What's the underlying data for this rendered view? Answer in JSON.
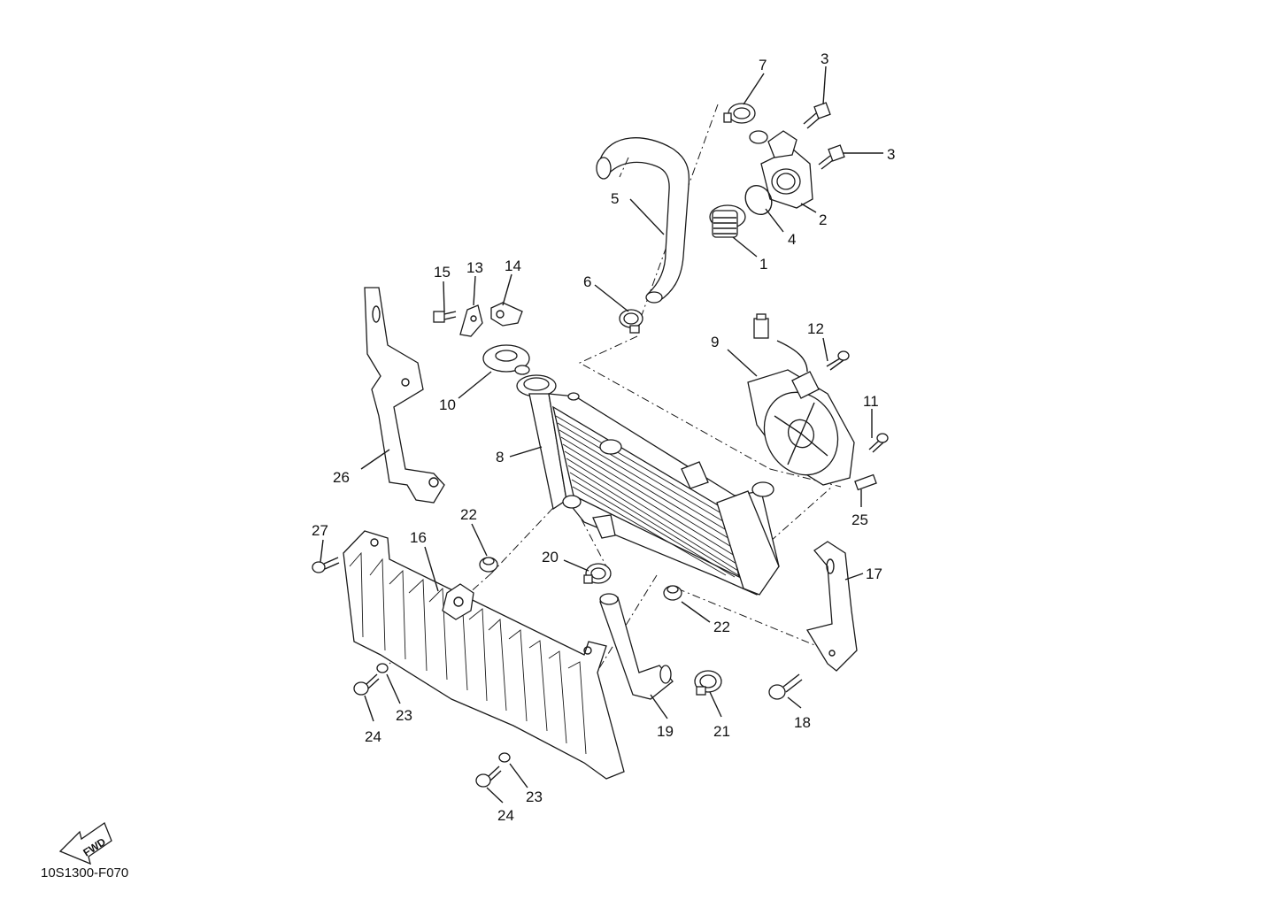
{
  "diagram_code": "10S1300-F070",
  "fwd_label": "FWD",
  "callouts": {
    "c1": "1",
    "c2": "2",
    "c3a": "3",
    "c3b": "3",
    "c4": "4",
    "c5": "5",
    "c6": "6",
    "c7": "7",
    "c8": "8",
    "c9": "9",
    "c10": "10",
    "c11": "11",
    "c12": "12",
    "c13": "13",
    "c14": "14",
    "c15": "15",
    "c16": "16",
    "c17": "17",
    "c18": "18",
    "c19": "19",
    "c20": "20",
    "c21": "21",
    "c22a": "22",
    "c22b": "22",
    "c23a": "23",
    "c23b": "23",
    "c24a": "24",
    "c24b": "24",
    "c25": "25",
    "c26": "26",
    "c27": "27"
  }
}
